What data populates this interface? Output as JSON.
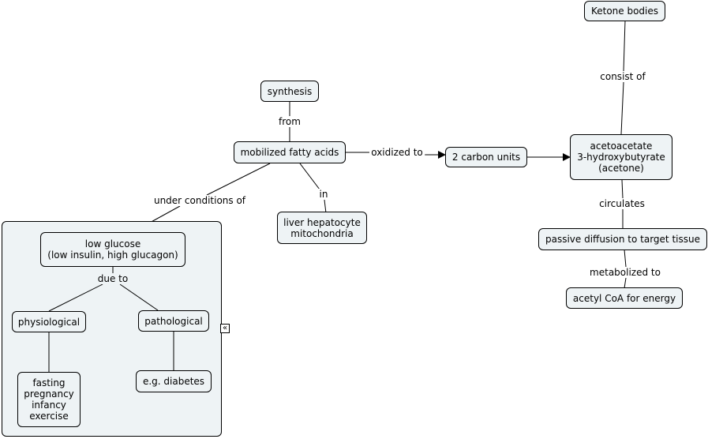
{
  "nodes": {
    "ketone_bodies": "Ketone bodies",
    "synthesis": "synthesis",
    "mobilized_fatty_acids": "mobilized fatty acids",
    "two_carbon_units": "2 carbon units",
    "acetoacetate": "acetoacetate\n3-hydroxybutyrate\n(acetone)",
    "liver": "liver hepatocyte\nmitochondria",
    "passive_diffusion": "passive diffusion to target tissue",
    "acetyl_coa": "acetyl CoA for energy",
    "low_glucose": "low glucose\n(low insulin, high glucagon)",
    "physiological": "physiological",
    "pathological": "pathological",
    "fasting": "fasting\npregnancy\ninfancy\nexercise",
    "diabetes": "e.g. diabetes"
  },
  "links": {
    "consist_of": "consist of",
    "from": "from",
    "oxidized_to": "oxidized to",
    "in": "in",
    "under_conditions_of": "under conditions of",
    "circulates": "circulates",
    "metabolized_to": "metabolized to",
    "due_to": "due to"
  },
  "collapse_icon": "«"
}
